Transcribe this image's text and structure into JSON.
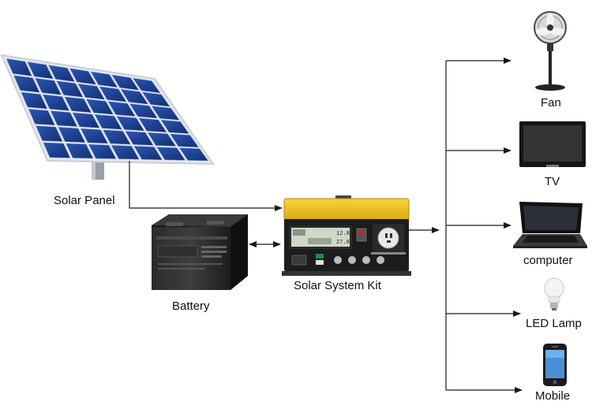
{
  "labels": {
    "solar_panel": "Solar Panel",
    "battery": "Battery",
    "kit": "Solar System Kit",
    "fan": "Fan",
    "tv": "TV",
    "computer": "computer",
    "led_lamp": "LED Lamp",
    "mobile": "Mobile"
  },
  "kit_display": {
    "row1": "12.8",
    "row2": "27.8"
  },
  "colors": {
    "panel_cell": "#1c3f8f",
    "panel_frame": "#d9dde3",
    "kit_yellow": "#f2c21a",
    "kit_body": "#1a1a1a",
    "lcd": "#cfd8c8",
    "line": "#1a1a1a"
  }
}
